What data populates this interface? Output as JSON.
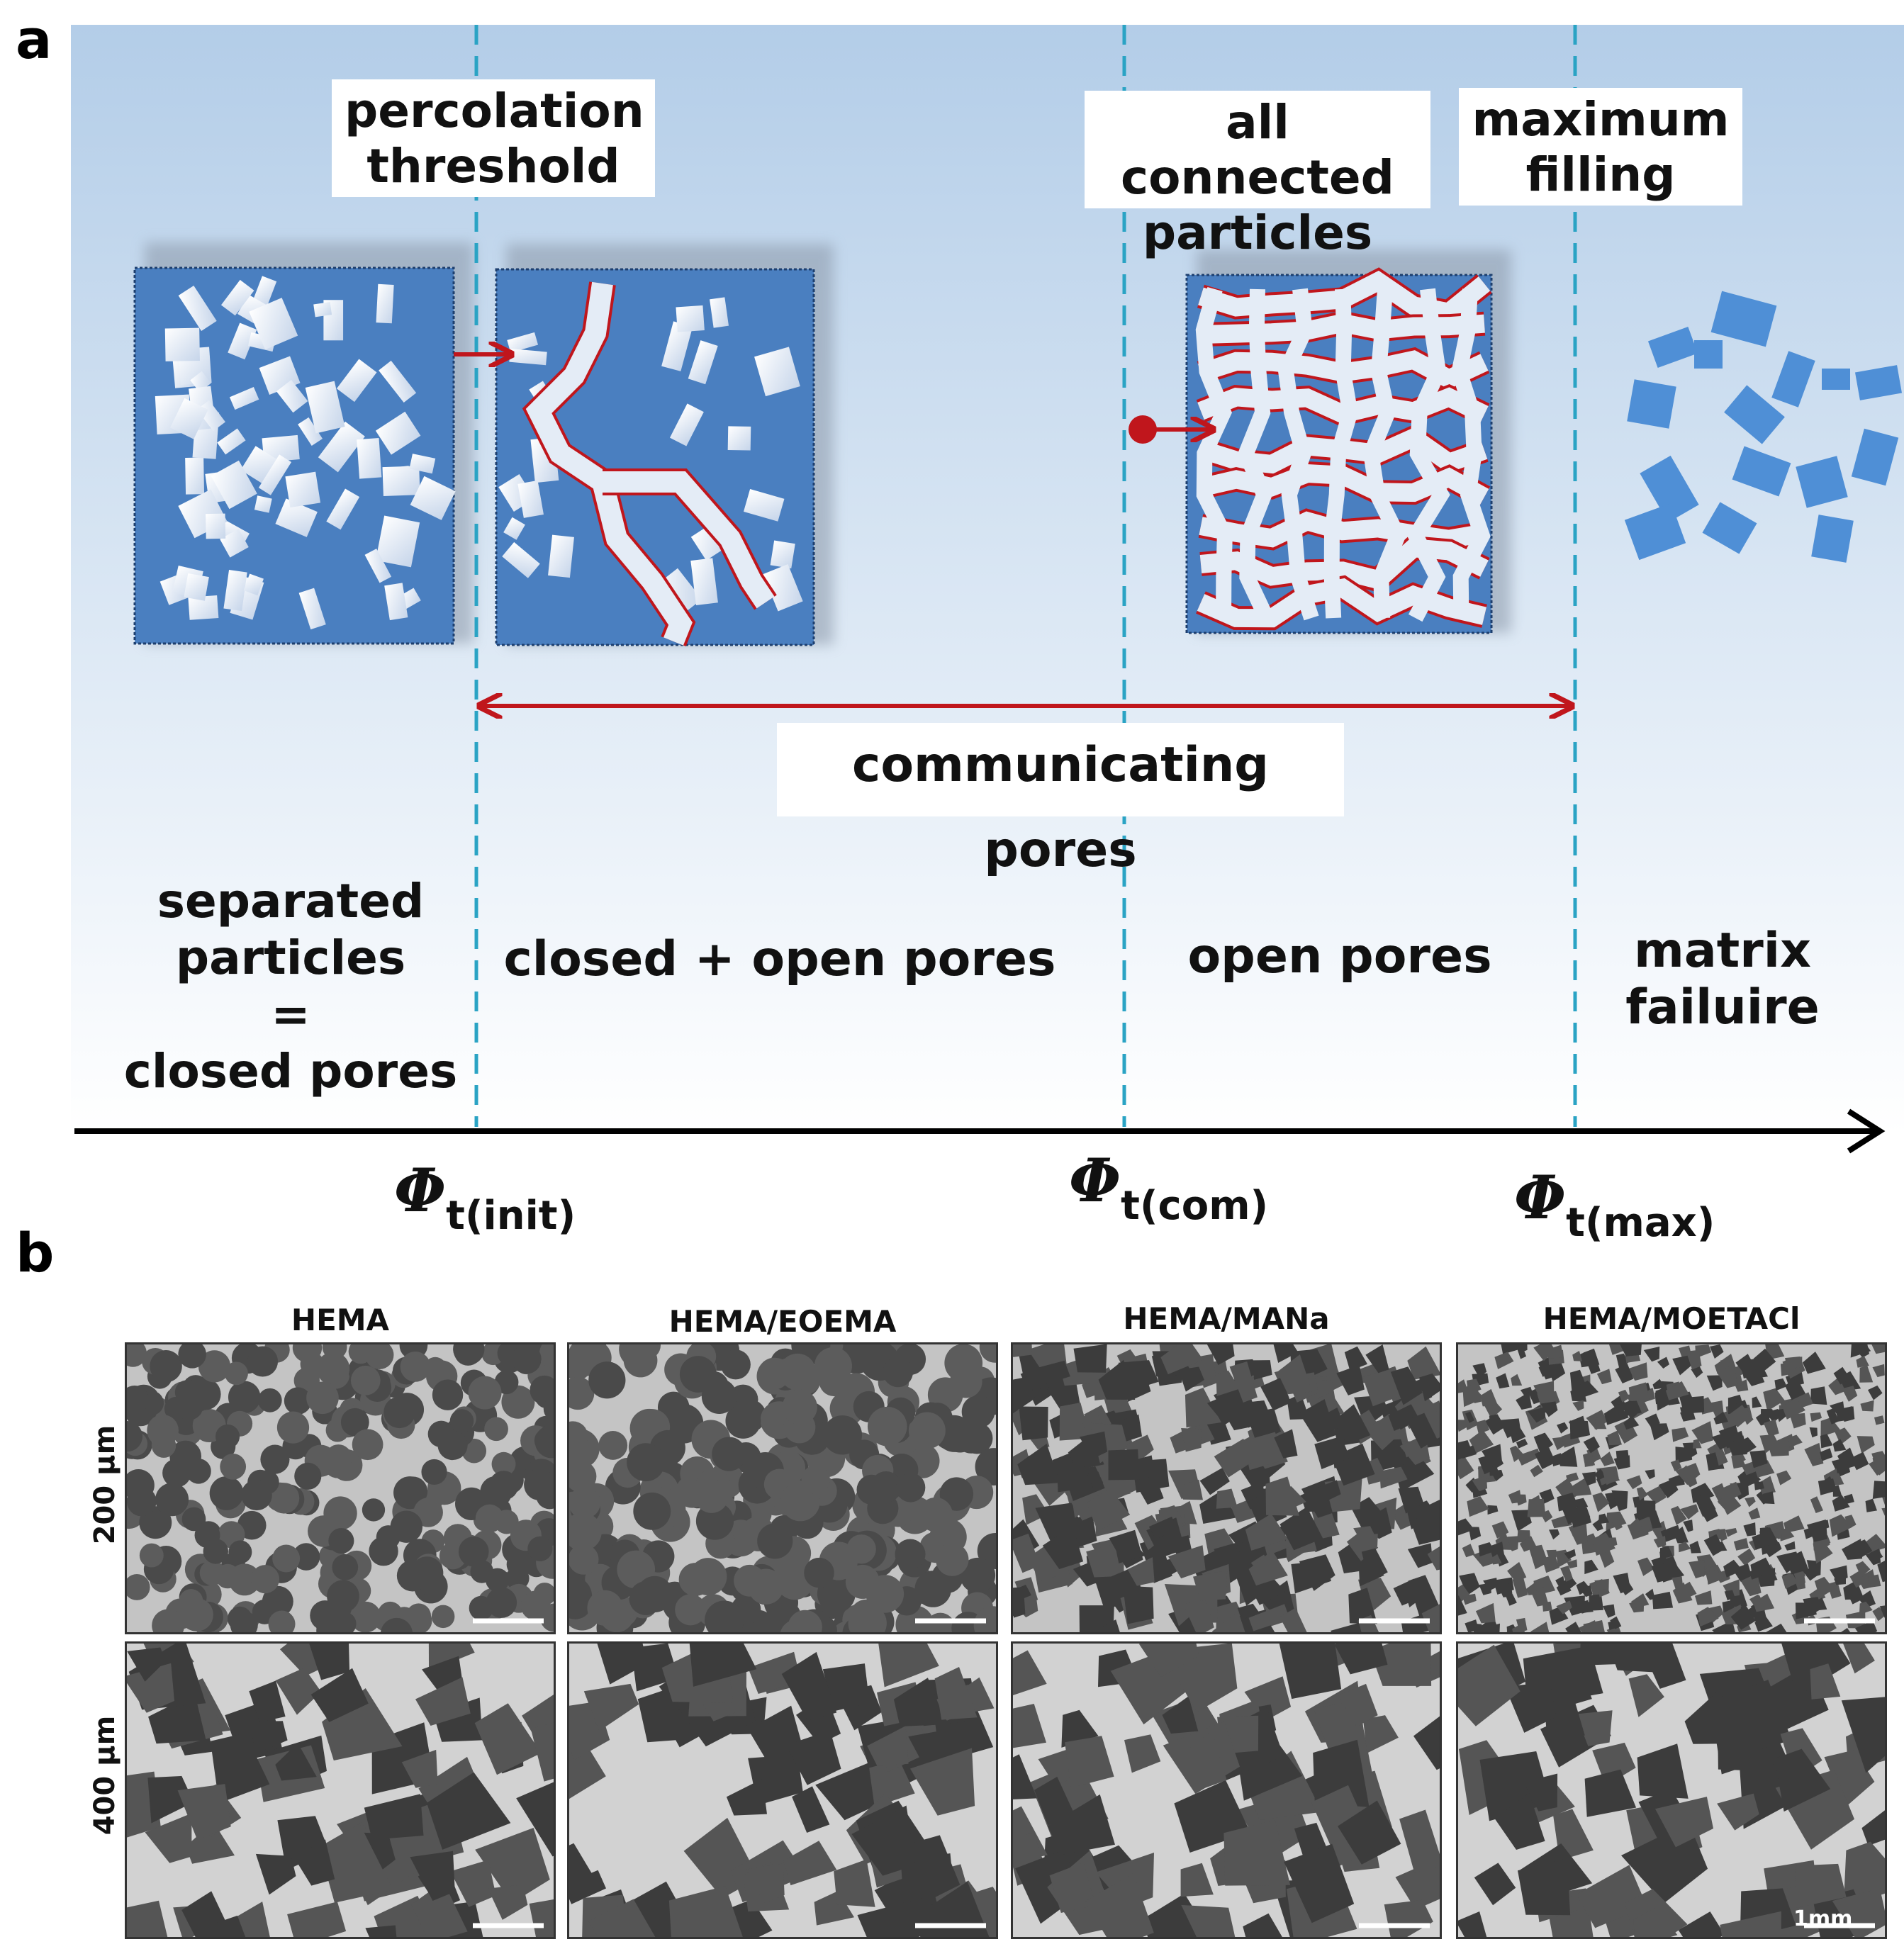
{
  "panel_a": {
    "letter": "a",
    "threshold_labels": [
      {
        "id": "percolation",
        "line1": "percolation",
        "line2": "threshold"
      },
      {
        "id": "connected",
        "line1": "all connected",
        "line2": "particles"
      },
      {
        "id": "maximum",
        "line1": "maximum",
        "line2": "filling"
      }
    ],
    "span_label": "communicating pores",
    "regions": [
      {
        "id": "separated",
        "lines": [
          "separated",
          "particles",
          "=",
          "closed pores"
        ]
      },
      {
        "id": "closed-open",
        "lines": [
          "closed + open pores"
        ]
      },
      {
        "id": "open",
        "lines": [
          "open pores"
        ]
      },
      {
        "id": "failure",
        "lines": [
          "matrix",
          "failuire"
        ]
      }
    ],
    "axis_labels": [
      {
        "symbol": "Φ",
        "sub": "t(init)"
      },
      {
        "symbol": "Φ",
        "sub": "t(com)"
      },
      {
        "symbol": "Φ",
        "sub": "t(max)"
      }
    ],
    "colors": {
      "gradient_top": "#b3cde8",
      "gradient_bottom": "#ffffff",
      "box_fill": "#4a7fc0",
      "particle": "#e4ecf6",
      "arrow_red": "#c0161c",
      "dashed_line": "#2aa3c4",
      "fragment": "#4f8fd6"
    }
  },
  "panel_b": {
    "letter": "b",
    "columns": [
      "HEMA",
      "HEMA/EOEMA",
      "HEMA/MANa",
      "HEMA/MOETACl"
    ],
    "rows": [
      "200 µm",
      "400 µm"
    ],
    "scale_text": "1mm"
  }
}
